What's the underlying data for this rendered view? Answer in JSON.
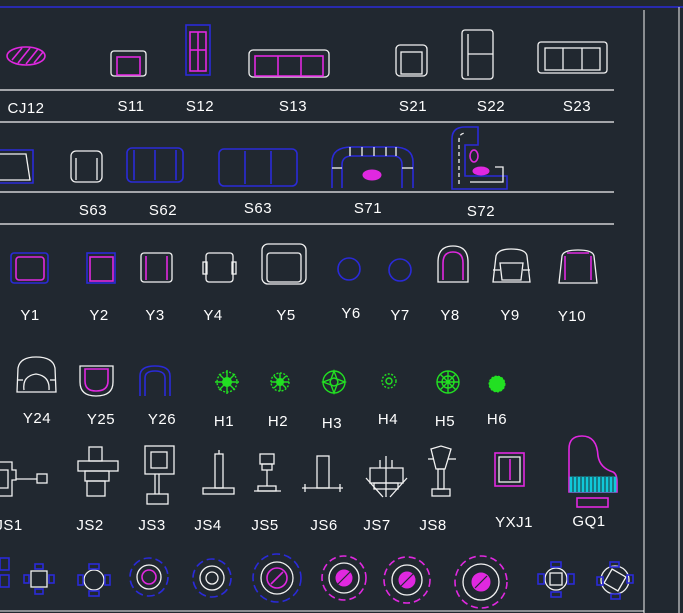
{
  "colors": {
    "background": "#212830",
    "frame": "#2a2ad8",
    "line": "#f2f2f2",
    "magenta": "#e028e0",
    "blue": "#2a2ad8",
    "green": "#22e022",
    "cyan": "#10c8d8"
  },
  "rows": {
    "sofa_set_1": [
      "CJ12",
      "S11",
      "S12",
      "S13",
      "S21",
      "S22",
      "S23"
    ],
    "sofa_set_2": [
      "S63",
      "S62",
      "S63",
      "S71",
      "S72"
    ],
    "chairs_1": [
      "Y1",
      "Y2",
      "Y3",
      "Y4",
      "Y5",
      "Y6",
      "Y7",
      "Y8",
      "Y9",
      "Y10"
    ],
    "chairs_plants": [
      "Y24",
      "Y25",
      "Y26",
      "H1",
      "H2",
      "H3",
      "H4",
      "H5",
      "H6"
    ],
    "lamps_misc": [
      "JS1",
      "JS2",
      "JS3",
      "JS4",
      "JS5",
      "JS6",
      "JS7",
      "JS8",
      "YXJ1",
      "GQ1"
    ]
  }
}
